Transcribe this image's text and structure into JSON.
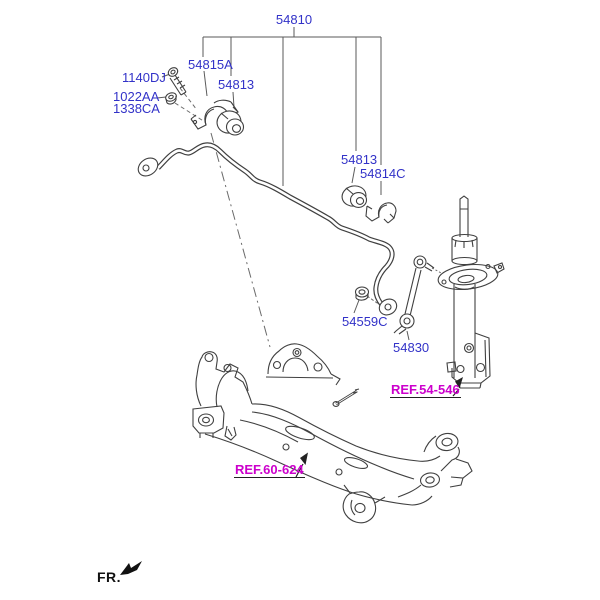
{
  "figure": {
    "type": "exploded-parts-diagram",
    "subject": "Front suspension stabilizer bar assembly"
  },
  "callouts": {
    "assembly": "54810",
    "bracket_left": "54815A",
    "bolt": "1140DJ",
    "bushing_left": "54813",
    "nut_a": "1022AA",
    "nut_b": "1338CA",
    "bushing_right": "54813",
    "bracket_right": "54814C",
    "nut_link": "54559C",
    "stabilizer_link": "54830",
    "ref_strut": "REF.54-546",
    "ref_crossmember": "REF.60-624",
    "front_marker": "FR."
  },
  "colors": {
    "part_label": "#3232c8",
    "ref_label": "#cc00cc",
    "drawing_line": "#404040"
  }
}
